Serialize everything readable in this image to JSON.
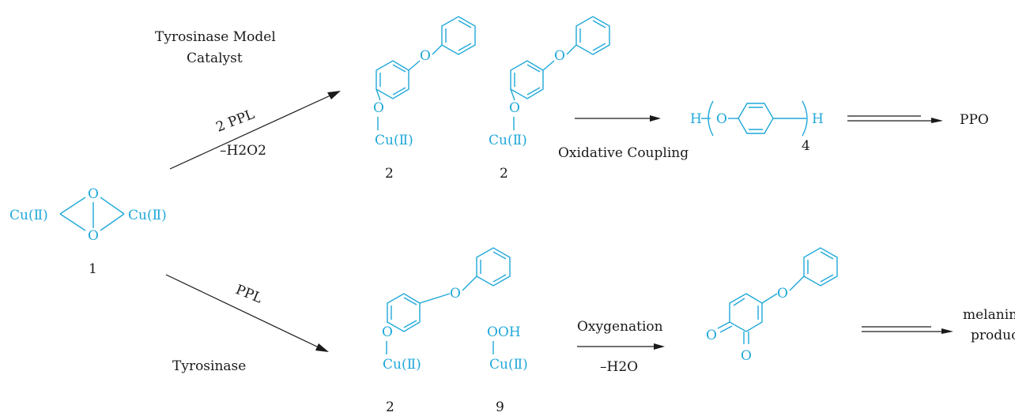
{
  "colors": {
    "structure": "#1fa8d9",
    "text": "#1a1a1a"
  },
  "labels": {
    "catalyst_line1": "Tyrosinase Model",
    "catalyst_line2": "Catalyst",
    "enzyme": "Tyrosinase",
    "arrow_top_reagent": "2 PPL",
    "arrow_top_loss": "–H2O2",
    "arrow_bottom_reagent": "PPL",
    "oxidative_coupling": "Oxidative Coupling",
    "oxygenation": "Oxygenation",
    "loss_water": "–H2O",
    "ppo": "PPO",
    "melanin_line1": "melanin-like",
    "melanin_line2": "products"
  },
  "compounds": {
    "start": "1",
    "top_left": "2",
    "top_right": "2",
    "polymer_subscript": "4",
    "bottom_left": "2",
    "bottom_right": "9"
  },
  "atoms": {
    "cu": "Cu(Ⅱ)",
    "oxygen": "O",
    "hydrogen": "H",
    "ooh": "OOH"
  }
}
